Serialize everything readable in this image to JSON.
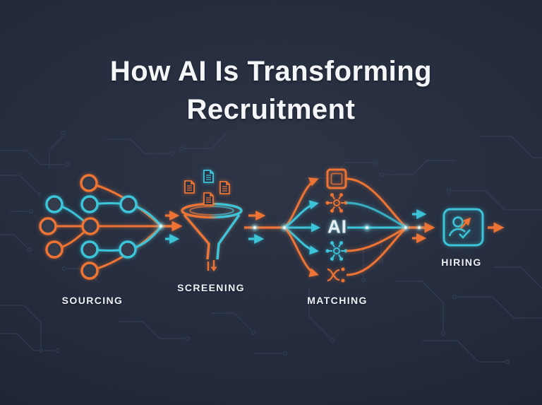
{
  "title": {
    "line1": "How AI Is Transforming",
    "line2": "Recruitment"
  },
  "stages": [
    {
      "id": "sourcing",
      "label": "SOURCING"
    },
    {
      "id": "screening",
      "label": "SCREENING"
    },
    {
      "id": "matching",
      "label": "MATCHING"
    },
    {
      "id": "hiring",
      "label": "HIRING"
    }
  ],
  "matching": {
    "ai_label": "AI"
  },
  "flow_order": [
    "SOURCING",
    "SCREENING",
    "MATCHING",
    "HIRING"
  ],
  "colors": {
    "background_center": "#2d3547",
    "background_mid": "#252d3f",
    "background_edge": "#1d2433",
    "orange": "#ed7434",
    "teal": "#3cc4d9",
    "text_white": "#f4f6f8",
    "circuit_trace": "#3d4a61",
    "glow_dot": "#f2feff"
  },
  "icons": [
    "network-nodes-icon",
    "funnel-icon",
    "document-icon",
    "square-icon",
    "hub-icon",
    "shuffle-icon",
    "person-check-icon",
    "arrow-icon",
    "glow-dot",
    "circuit-trace"
  ]
}
